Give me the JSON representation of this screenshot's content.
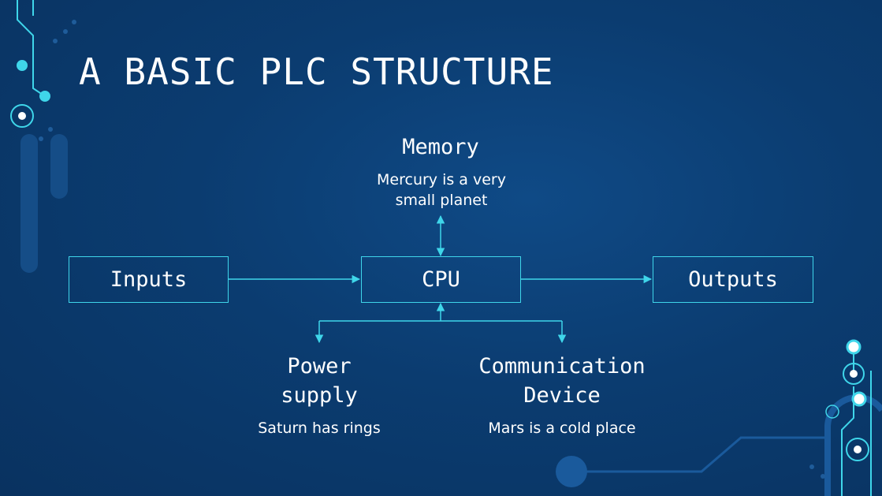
{
  "slide": {
    "title": "A BASIC PLC STRUCTURE"
  },
  "diagram": {
    "inputs": "Inputs",
    "cpu": "CPU",
    "outputs": "Outputs",
    "memory": {
      "title": "Memory",
      "desc_line1": "Mercury is a very",
      "desc_line2": "small planet"
    },
    "power": {
      "title_line1": "Power",
      "title_line2": "supply",
      "desc": "Saturn has rings"
    },
    "comm": {
      "title_line1": "Communication",
      "title_line2": "Device",
      "desc": "Mars is a cold place"
    }
  },
  "colors": {
    "accent": "#3fd6ea",
    "background": "#0b3c70",
    "text": "#ffffff"
  }
}
